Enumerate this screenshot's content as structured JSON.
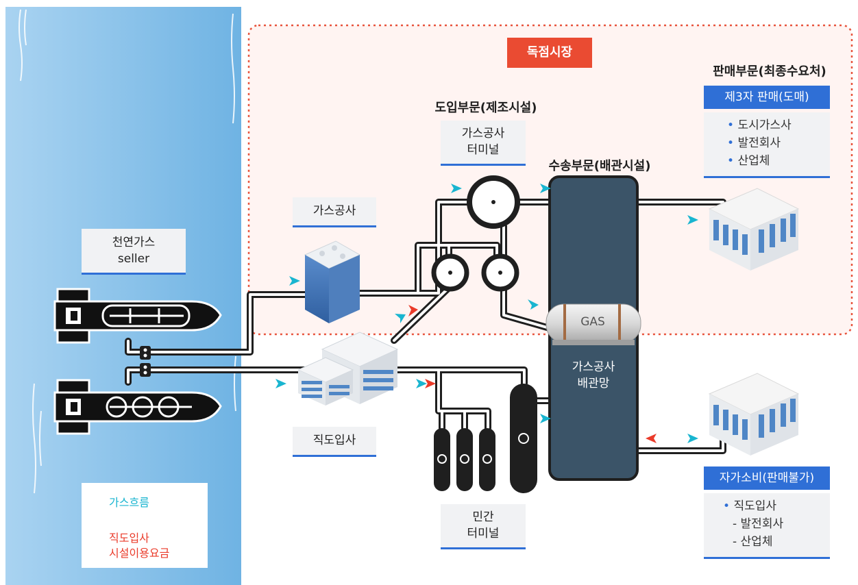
{
  "labels": {
    "monopoly_market": "독점시장",
    "import_sector": "도입부문(제조시설)",
    "transport_sector": "수송부문(배관시설)",
    "sales_sector": "판매부문(최종수요처)",
    "kogas_terminal_line1": "가스공사",
    "kogas_terminal_line2": "터미널",
    "kogas": "가스공사",
    "seller_line1": "천연가스",
    "seller_line2": "seller",
    "direct_importer": "직도입사",
    "private_terminal_line1": "민간",
    "private_terminal_line2": "터미널",
    "pipeline_network_line1": "가스공사",
    "pipeline_network_line2": "배관망",
    "gas_tank": "GAS"
  },
  "third_party_sales": {
    "title": "제3자 판매(도매)",
    "items": [
      "도시가스사",
      "발전회사",
      "산업체"
    ]
  },
  "self_consumption": {
    "title": "자가소비(판매불가)",
    "item": "직도입사",
    "sub_items": [
      "- 발전회사",
      "- 산업체"
    ]
  },
  "legend": {
    "gas_flow": "가스흐름",
    "fee_line1": "직도입사",
    "fee_line2": "시설이용요금"
  },
  "colors": {
    "sea": "#6fb3e3",
    "pipeline_tank": "#3b5468",
    "monopoly_badge": "#ea4b32",
    "accent_blue": "#2f6fd6",
    "gas_flow_arrow": "#19b5d0",
    "fee_arrow": "#ea3b2a",
    "monopoly_border": "#e8533c"
  }
}
